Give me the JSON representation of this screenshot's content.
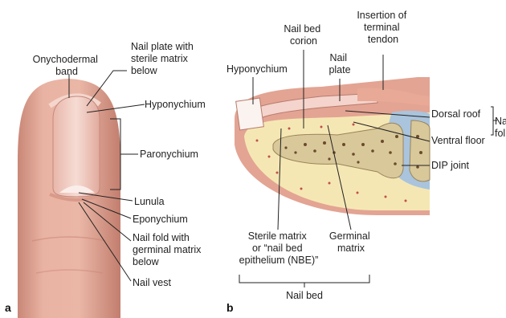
{
  "panel_a": {
    "letter": "a",
    "labels": {
      "onychodermal_band": [
        "Onychodermal",
        "band"
      ],
      "nail_plate_sterile": [
        "Nail plate with",
        "sterile matrix",
        "below"
      ],
      "hyponychium": "Hyponychium",
      "paronychium": "Paronychium",
      "lunula": "Lunula",
      "eponychium": "Eponychium",
      "nail_fold": [
        "Nail fold with",
        "germinal matrix",
        "below"
      ],
      "nail_vest": "Nail vest"
    }
  },
  "panel_b": {
    "letter": "b",
    "labels": {
      "nail_bed_corion": [
        "Nail bed",
        "corion"
      ],
      "insertion_terminal_tendon": [
        "Insertion of",
        "terminal",
        "tendon"
      ],
      "hyponychium": "Hyponychium",
      "nail_plate": [
        "Nail",
        "plate"
      ],
      "dorsal_roof": "Dorsal roof",
      "ventral_floor": "Ventral floor",
      "nail_fold_cut": [
        "Na",
        "fol"
      ],
      "dip_joint": "DIP joint",
      "sterile_matrix": [
        "Sterile matrix",
        "or “nail bed",
        "epithelium (NBE)”"
      ],
      "germinal_matrix": [
        "Germinal",
        "matrix"
      ],
      "nail_bed": "Nail bed"
    }
  },
  "colors": {
    "skin": "#e8aa98",
    "skin_dark": "#c98777",
    "nail": "#f3d3cb",
    "fat": "#f5e7b4",
    "bone": "#d9c89a",
    "bone_spot": "#6b4a2c",
    "joint_blue": "#a9c4dc"
  }
}
